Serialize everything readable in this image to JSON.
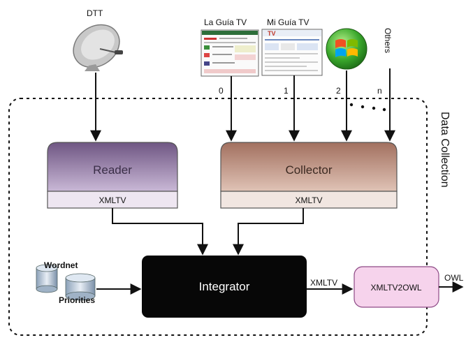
{
  "sources": {
    "dtt_label": "DTT",
    "la_guia_label": "La Guía TV",
    "mi_guia_label": "Mi Guía TV",
    "mi_guia_logo_text": "TV",
    "others_label": "Others",
    "channel_numbers": [
      "0",
      "1",
      "2",
      "n"
    ]
  },
  "boxes": {
    "reader": "Reader",
    "reader_format": "XMLTV",
    "collector": "Collector",
    "collector_format": "XMLTV",
    "integrator": "Integrator",
    "xmltv2owl": "XMLTV2OWL"
  },
  "databases": {
    "wordnet": "Wordnet",
    "priorities": "Priorities"
  },
  "edges": {
    "integrator_to_converter": "XMLTV",
    "output": "OWL"
  },
  "region_label": "Data Collection",
  "colors": {
    "reader_top": "#7d6591",
    "reader_bottom": "#e2d6ea",
    "collector_top": "#b08070",
    "collector_bottom": "#e7d1c6",
    "integrator": "#070707",
    "converter_fill": "#f6d3ec",
    "converter_stroke": "#8e4a86"
  }
}
